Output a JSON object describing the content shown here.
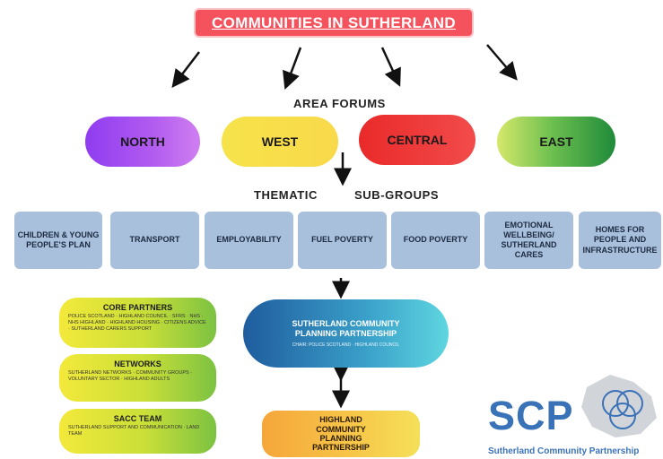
{
  "title": "COMMUNITIES IN SUTHERLAND",
  "area_forums_label": "AREA FORUMS",
  "areas": [
    {
      "label": "NORTH",
      "color": "#a23ff0"
    },
    {
      "label": "WEST",
      "color": "#f5e04a"
    },
    {
      "label": "CENTRAL",
      "color": "#ec2a2a"
    },
    {
      "label": "EAST",
      "color": "#2f9a3c"
    }
  ],
  "thematic_label": "THEMATIC",
  "subgroups_label": "SUB-GROUPS",
  "subgroups": [
    "CHILDREN & YOUNG PEOPLE'S PLAN",
    "TRANSPORT",
    "EMPLOYABILITY",
    "FUEL POVERTY",
    "FOOD POVERTY",
    "EMOTIONAL WELLBEING/ SUTHERLAND CARES",
    "HOMES FOR PEOPLE AND INFRASTRUCTURE"
  ],
  "side_boxes": [
    {
      "heading": "CORE PARTNERS",
      "text": "POLICE SCOTLAND · HIGHLAND COUNCIL · SFRS · NHS · NHS HIGHLAND · HIGHLAND HOUSING · CITIZENS ADVICE · SUTHERLAND CARERS SUPPORT"
    },
    {
      "heading": "NETWORKS",
      "text": "SUTHERLAND NETWORKS · COMMUNITY GROUPS · VOLUNTARY SECTOR · HIGHLAND ADULTS"
    },
    {
      "heading": "SACC TEAM",
      "text": "SUTHERLAND SUPPORT AND COMMUNICATION · LAND TEAM"
    }
  ],
  "scpp": {
    "heading": "SUTHERLAND COMMUNITY PLANNING PARTNERSHIP",
    "sub": "CHAIR: POLICE SCOTLAND · HIGHLAND COUNCIL"
  },
  "hcpp": "HIGHLAND COMMUNITY PLANNING PARTNERSHIP",
  "logo": {
    "text": "SCP",
    "caption": "Sutherland Community Partnership"
  }
}
